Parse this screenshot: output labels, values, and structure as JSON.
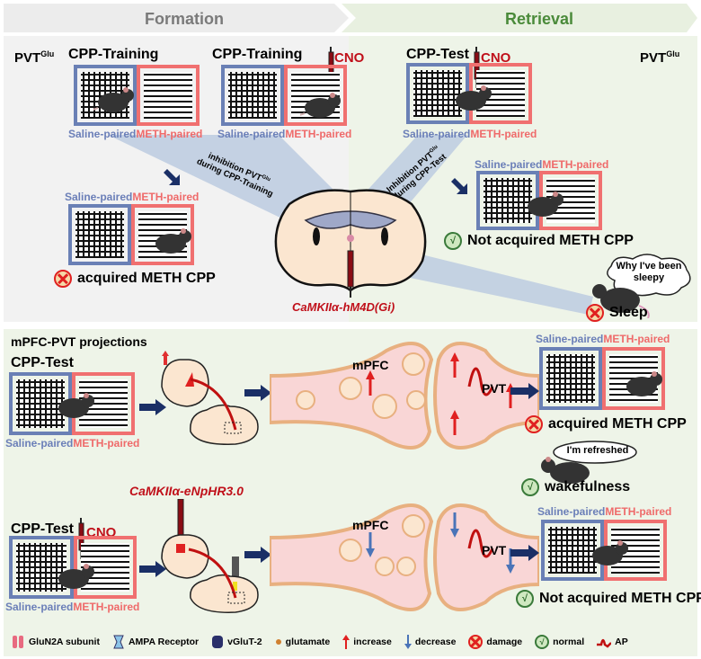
{
  "phases": {
    "formation": "Formation",
    "retrieval": "Retrieval"
  },
  "colors": {
    "formation_text": "#7a7a7a",
    "retrieval_text": "#4a8a3a",
    "saline": "#6b7fb8",
    "meth": "#ef6a6a",
    "drug_red": "#c0101a",
    "arrow_navy": "#1a2f66",
    "panel_gray": "#f2f2f2",
    "panel_green": "#eef4e8"
  },
  "top_panel": {
    "pvt_left": "PVT",
    "pvt_right": "PVT",
    "sup": "Glu",
    "chambers": [
      {
        "title": "CPP-Training",
        "cno": "",
        "saline": "Saline-paired",
        "meth": "METH-paired"
      },
      {
        "title": "CPP-Training",
        "cno": "CNO",
        "saline": "Saline-paired",
        "meth": "METH-paired"
      },
      {
        "title": "CPP-Test",
        "cno": "CNO",
        "saline": "Saline-paired",
        "meth": "METH-paired"
      }
    ],
    "beam_left_line1": "inhibition PVT",
    "beam_left_sup": "Glu",
    "beam_left_line2": "during CPP-Training",
    "beam_right_line1": "Inhibition PVT",
    "beam_right_sup": "Glu",
    "beam_right_line2": "during CPP-Test",
    "result_left": {
      "saline": "Saline-paired",
      "meth": "METH-paired",
      "caption": "acquired METH CPP",
      "status": "damage"
    },
    "result_right": {
      "saline": "Saline-paired",
      "meth": "METH-paired",
      "caption": "Not acquired METH CPP",
      "status": "normal"
    },
    "virus": "CaMKIIα-hM4D(Gi)",
    "thought": "Why I've been sleepy",
    "sleep": "Sleep"
  },
  "bottom_panel": {
    "title": "mPFC-PVT projections",
    "row1": {
      "title": "CPP-Test",
      "saline": "Saline-paired",
      "meth": "METH-paired",
      "mpfc": "mPFC",
      "pvt": "PVT",
      "result": {
        "saline": "Saline-paired",
        "meth": "METH-paired",
        "caption": "acquired METH CPP",
        "status": "damage"
      },
      "trend": "increase"
    },
    "thought": "I'm refreshed",
    "wake": "wakefulness",
    "row2": {
      "title": "CPP-Test",
      "cno": "CNO",
      "virus": "CaMKIIα-eNpHR3.0",
      "saline": "Saline-paired",
      "meth": "METH-paired",
      "mpfc": "mPFC",
      "pvt": "PVT",
      "result": {
        "saline": "Saline-paired",
        "meth": "METH-paired",
        "caption": "Not acquired METH CPP",
        "status": "normal"
      },
      "trend": "decrease"
    }
  },
  "legend": [
    {
      "icon": "glun2a-icon",
      "label": "GluN2A subunit"
    },
    {
      "icon": "ampa-receptor-icon",
      "label": "AMPA Receptor"
    },
    {
      "icon": "vglut2-icon",
      "label": "vGluT-2"
    },
    {
      "icon": "glutamate-dot-icon",
      "label": "glutamate"
    },
    {
      "icon": "increase-arrow-icon",
      "label": "increase"
    },
    {
      "icon": "decrease-arrow-icon",
      "label": "decrease"
    },
    {
      "icon": "damage-icon",
      "label": "damage"
    },
    {
      "icon": "normal-icon",
      "label": "normal"
    },
    {
      "icon": "action-potential-icon",
      "label": "AP"
    }
  ]
}
